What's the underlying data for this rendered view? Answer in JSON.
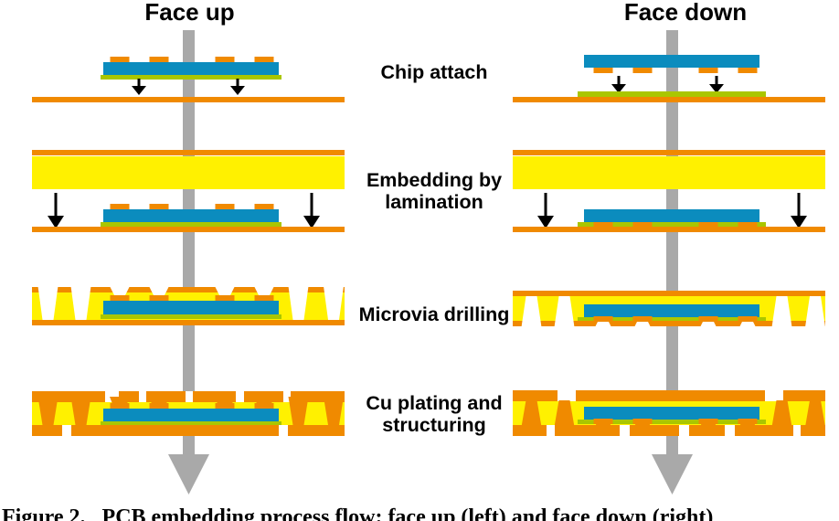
{
  "figure": {
    "left_column_title": "Face up",
    "right_column_title": "Face down",
    "steps": [
      "Chip attach",
      "Embedding by lamination",
      "Microvia drilling",
      "Cu plating and structuring"
    ],
    "caption": "Figure 2.   PCB embedding process flow: face up (left) and face down (right)"
  },
  "colors": {
    "copper": "#F08A00",
    "prepreg": "#FFF100",
    "die": "#0B8CBE",
    "adhesive": "#AAC600",
    "flow_arrow": "#A9A9A9",
    "press_arrow": "#000000",
    "background": "#FFFFFF",
    "text": "#000000"
  }
}
